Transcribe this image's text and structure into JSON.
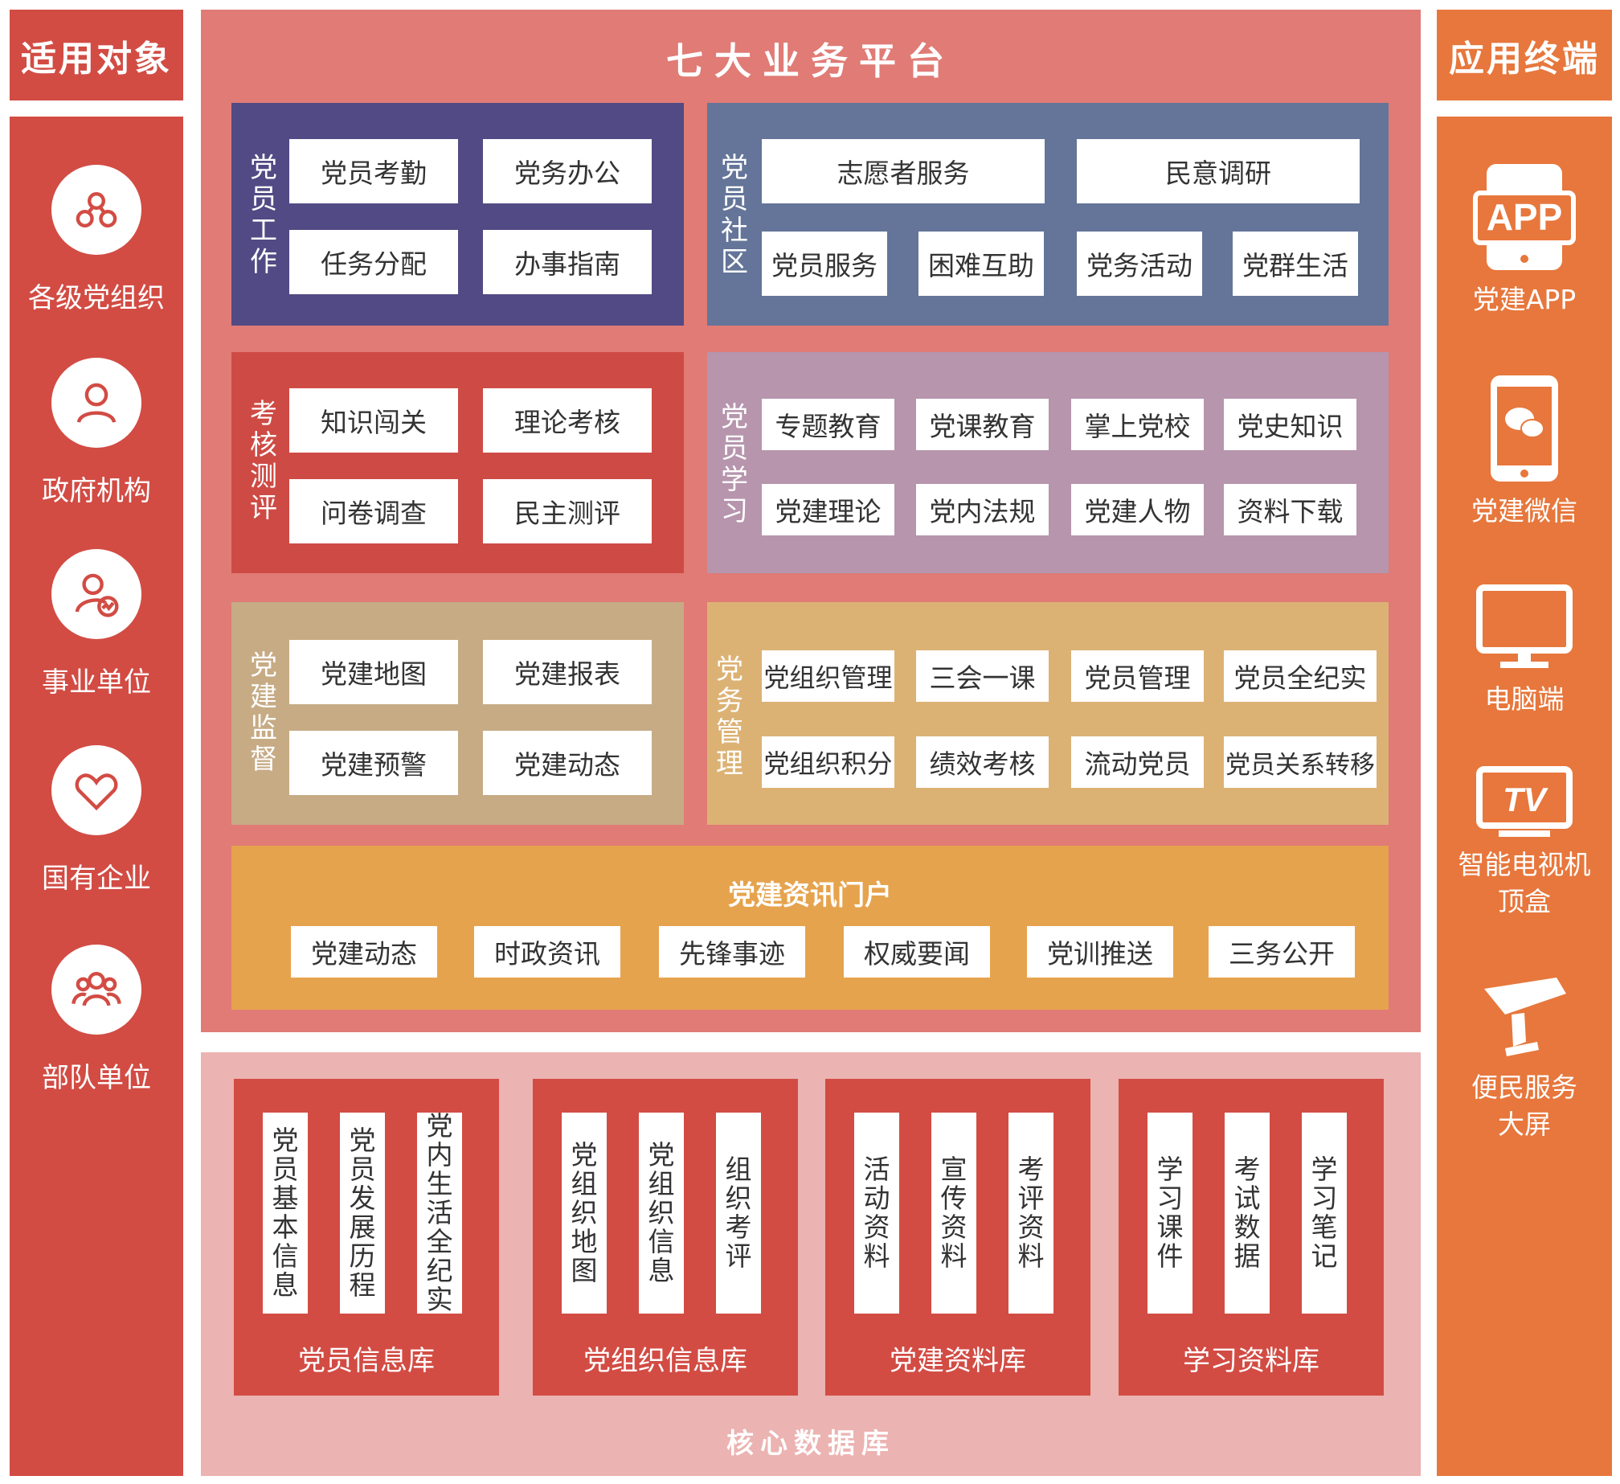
{
  "left": {
    "title": "适用对象",
    "items": [
      {
        "label": "各级党组织",
        "icon": "org-network-icon"
      },
      {
        "label": "政府机构",
        "icon": "person-icon"
      },
      {
        "label": "事业单位",
        "icon": "person-chart-icon"
      },
      {
        "label": "国有企业",
        "icon": "heart-icon"
      },
      {
        "label": "部队单位",
        "icon": "group-icon"
      }
    ]
  },
  "right": {
    "title": "应用终端",
    "items": [
      {
        "label": "党建APP",
        "icon": "app-icon",
        "icon_text": "APP"
      },
      {
        "label": "党建微信",
        "icon": "wechat-phone-icon"
      },
      {
        "label": "电脑端",
        "icon": "monitor-icon"
      },
      {
        "label": "智能电视机顶盒",
        "line1": "智能电视机",
        "line2": "顶盒",
        "icon": "tv-icon",
        "icon_text": "TV"
      },
      {
        "label": "便民服务大屏",
        "line1": "便民服务",
        "line2": "大屏",
        "icon": "kiosk-icon"
      }
    ]
  },
  "platform": {
    "title": "七大业务平台",
    "work": {
      "label": "党员工作",
      "items": [
        "党员考勤",
        "党务办公",
        "任务分配",
        "办事指南"
      ]
    },
    "community": {
      "label": "党员社区",
      "top": [
        "志愿者服务",
        "民意调研"
      ],
      "bottom": [
        "党员服务",
        "困难互助",
        "党务活动",
        "党群生活"
      ]
    },
    "exam": {
      "label": "考核测评",
      "items": [
        "知识闯关",
        "理论考核",
        "问卷调查",
        "民主测评"
      ]
    },
    "study": {
      "label": "党员学习",
      "items": [
        "专题教育",
        "党课教育",
        "掌上党校",
        "党史知识",
        "党建理论",
        "党内法规",
        "党建人物",
        "资料下载"
      ]
    },
    "supervise": {
      "label": "党建监督",
      "items": [
        "党建地图",
        "党建报表",
        "党建预警",
        "党建动态"
      ]
    },
    "affairs": {
      "label": "党务管理",
      "items": [
        "党组织管理",
        "三会一课",
        "党员管理",
        "党员全纪实",
        "党组织积分",
        "绩效考核",
        "流动党员",
        "党员关系转移"
      ]
    },
    "portal": {
      "title": "党建资讯门户",
      "items": [
        "党建动态",
        "时政资讯",
        "先锋事迹",
        "权威要闻",
        "党训推送",
        "三务公开"
      ]
    }
  },
  "core": {
    "title": "核心数据库",
    "dbs": [
      {
        "label": "党员信息库",
        "items": [
          "党员基本信息",
          "党员发展历程",
          "党内生活全纪实"
        ]
      },
      {
        "label": "党组织信息库",
        "items": [
          "党组织地图",
          "党组织信息",
          "组织考评"
        ]
      },
      {
        "label": "党建资料库",
        "items": [
          "活动资料",
          "宣传资料",
          "考评资料"
        ]
      },
      {
        "label": "学习资料库",
        "items": [
          "学习课件",
          "考试数据",
          "学习笔记"
        ]
      }
    ]
  },
  "colors": {
    "left": "#d24c44",
    "right": "#e7773c",
    "platform": "#e07b76",
    "work": "#524a84",
    "community": "#647599",
    "exam": "#ce4b45",
    "study": "#b695ad",
    "supervise": "#c6ab85",
    "affairs": "#dcb274",
    "portal": "#e6a34d",
    "core": "#ebb3b1"
  }
}
